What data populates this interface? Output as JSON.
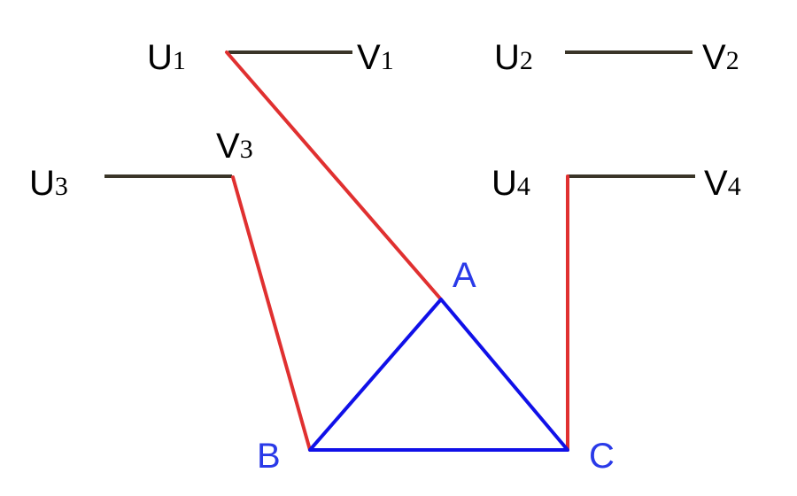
{
  "colors": {
    "segment": "#3a3528",
    "connector": "#e03030",
    "triangle": "#1010e8",
    "vertex_label": "#2a3ae8",
    "label": "#000000"
  },
  "segments": [
    {
      "id": "1",
      "u": {
        "letter": "U",
        "index": "1"
      },
      "v": {
        "letter": "V",
        "index": "1"
      }
    },
    {
      "id": "2",
      "u": {
        "letter": "U",
        "index": "2"
      },
      "v": {
        "letter": "V",
        "index": "2"
      }
    },
    {
      "id": "3",
      "u": {
        "letter": "U",
        "index": "3"
      },
      "v": {
        "letter": "V",
        "index": "3"
      }
    },
    {
      "id": "4",
      "u": {
        "letter": "U",
        "index": "4"
      },
      "v": {
        "letter": "V",
        "index": "4"
      }
    }
  ],
  "triangle": {
    "vertices": {
      "a": "A",
      "b": "B",
      "c": "C"
    }
  },
  "connectors": [
    {
      "from": "U1",
      "to": "A"
    },
    {
      "from": "V3",
      "to": "B"
    },
    {
      "from": "U4",
      "to": "C"
    }
  ]
}
